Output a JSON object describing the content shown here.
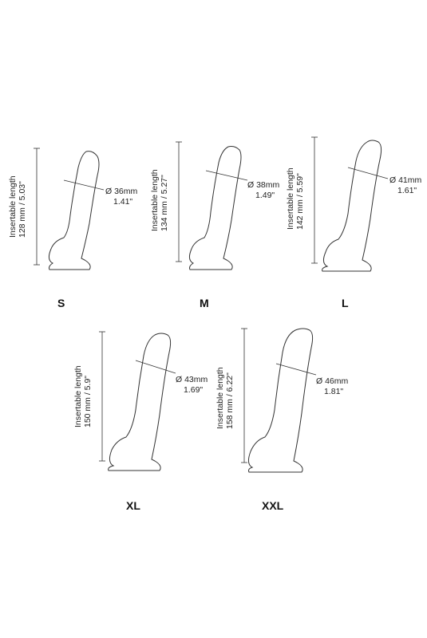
{
  "sizes": [
    {
      "size": "S",
      "length_title": "Insertable length",
      "length_value": "128 mm / 5.03\"",
      "diameter_mm": "Ø 36mm",
      "diameter_in": "1.41\""
    },
    {
      "size": "M",
      "length_title": "Insertable length",
      "length_value": "134 mm / 5.27\"",
      "diameter_mm": "Ø 38mm",
      "diameter_in": "1.49\""
    },
    {
      "size": "L",
      "length_title": "Insertable length",
      "length_value": "142 mm / 5.59\"",
      "diameter_mm": "Ø 41mm",
      "diameter_in": "1.61\""
    },
    {
      "size": "XL",
      "length_title": "Insertable length",
      "length_value": "150 mm / 5.9\"",
      "diameter_mm": "Ø 43mm",
      "diameter_in": "1.69\""
    },
    {
      "size": "XXL",
      "length_title": "Insertable length",
      "length_value": "158 mm / 6.22\"",
      "diameter_mm": "Ø 46mm",
      "diameter_in": "1.81\""
    }
  ],
  "colors": {
    "line": "#333333",
    "text": "#222222"
  }
}
